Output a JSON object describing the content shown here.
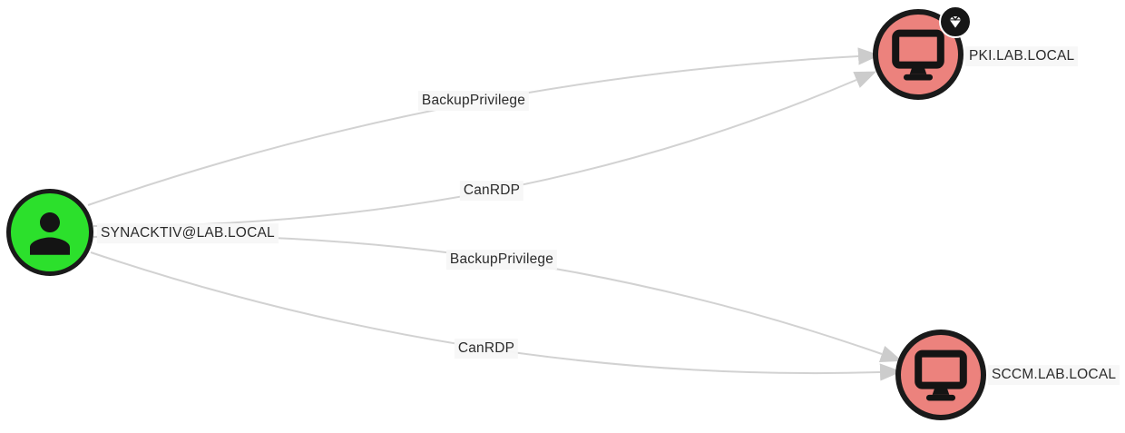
{
  "app": "graph-view",
  "graph": {
    "background_color": "#ffffff",
    "edge_color": "#d2d2d2",
    "label_text_color": "#2b2b2b",
    "label_bg_color": "#f7f7f7",
    "nodes": [
      {
        "id": "user-synacktiv",
        "label": "SYNACKTIV@LAB.LOCAL",
        "type": "user",
        "icon": "user-icon",
        "fill_color": "#2ce02c",
        "border_color": "#1a1a1a",
        "badge": null
      },
      {
        "id": "computer-pki",
        "label": "PKI.LAB.LOCAL",
        "type": "computer",
        "icon": "computer-icon",
        "fill_color": "#ec827d",
        "border_color": "#1a1a1a",
        "badge": "diamond-high-value"
      },
      {
        "id": "computer-sccm",
        "label": "SCCM.LAB.LOCAL",
        "type": "computer",
        "icon": "computer-icon",
        "fill_color": "#ec827d",
        "border_color": "#1a1a1a",
        "badge": null
      }
    ],
    "edges": [
      {
        "from": "user-synacktiv",
        "to": "computer-pki",
        "label": "BackupPrivilege"
      },
      {
        "from": "user-synacktiv",
        "to": "computer-pki",
        "label": "CanRDP"
      },
      {
        "from": "user-synacktiv",
        "to": "computer-sccm",
        "label": "BackupPrivilege"
      },
      {
        "from": "user-synacktiv",
        "to": "computer-sccm",
        "label": "CanRDP"
      }
    ]
  }
}
